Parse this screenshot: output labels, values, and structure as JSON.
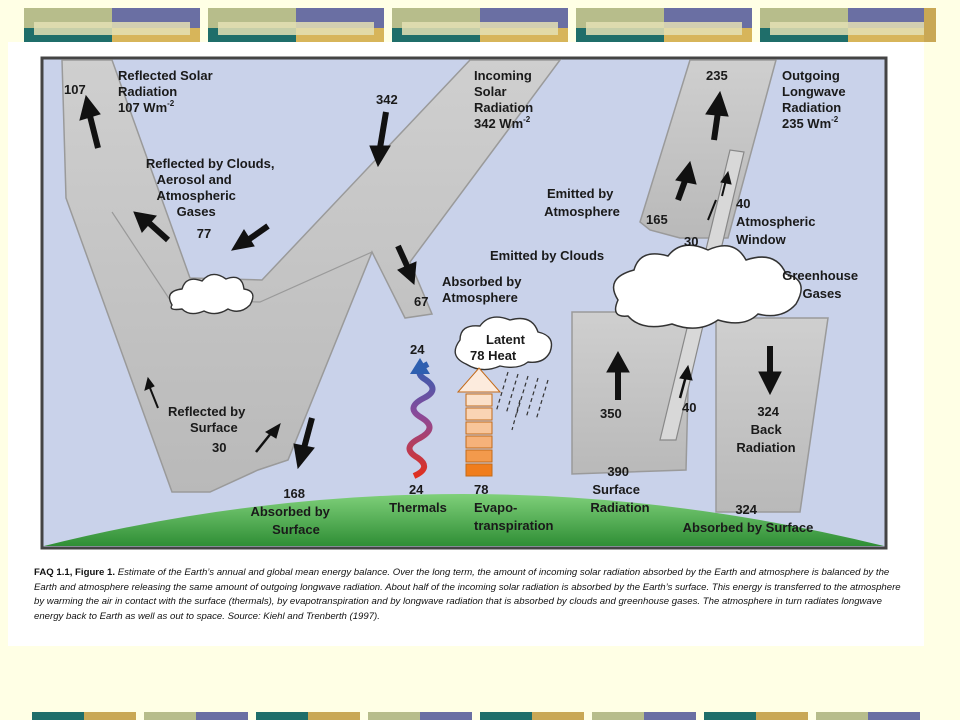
{
  "figure": {
    "incoming": {
      "value": "342",
      "title_lines": [
        "Incoming",
        "Solar",
        "Radiation",
        "342 Wm"
      ]
    },
    "reflected_solar": {
      "value": "107",
      "title_lines": [
        "Reflected Solar",
        "Radiation",
        "107 Wm"
      ]
    },
    "reflected_by_clouds": {
      "lines": [
        "Reflected by Clouds,",
        "Aerosol and",
        "Atmospheric",
        "Gases"
      ],
      "value": "77"
    },
    "absorbed_by_atmosphere": {
      "value": "67",
      "lines": [
        "Absorbed by",
        "Atmosphere"
      ]
    },
    "reflected_by_surface": {
      "lines": [
        "Reflected by",
        "Surface"
      ],
      "value": "30"
    },
    "absorbed_by_surface": {
      "value": "168",
      "lines": [
        "Absorbed by",
        "Surface"
      ]
    },
    "thermals": {
      "value_top": "24",
      "value": "24",
      "label": "Thermals"
    },
    "latent_heat": {
      "lines": [
        "Latent",
        "78 Heat"
      ]
    },
    "evapotranspiration": {
      "value": "78",
      "lines": [
        "Evapo-",
        "transpiration"
      ]
    },
    "outgoing": {
      "value": "235",
      "title_lines": [
        "Outgoing",
        "Longwave",
        "Radiation",
        "235 Wm"
      ]
    },
    "emitted_by_atmosphere": {
      "lines": [
        "Emitted by",
        "Atmosphere"
      ],
      "value": "165"
    },
    "atmospheric_window": {
      "value": "40",
      "lines": [
        "Atmospheric",
        "Window"
      ]
    },
    "emitted_by_clouds": {
      "label": "Emitted by Clouds",
      "value": "30"
    },
    "greenhouse_gases": {
      "lines": [
        "Greenhouse",
        "Gases"
      ]
    },
    "surface_up": {
      "value": "350"
    },
    "window_up": {
      "value": "40"
    },
    "back_radiation": {
      "value": "324",
      "lines": [
        "Back",
        "Radiation"
      ]
    },
    "surface_radiation": {
      "value": "390",
      "lines": [
        "Surface",
        "Radiation"
      ]
    },
    "absorbed_by_surface_lw": {
      "value": "324",
      "label": "Absorbed by Surface"
    },
    "unit_superscript": "-2"
  },
  "caption": {
    "label": "FAQ 1.1, Figure 1.",
    "text": " Estimate of the Earth’s annual and global mean energy balance. Over the long term, the amount of incoming solar radiation absorbed by the Earth and atmosphere is balanced by the Earth and atmosphere releasing the same amount of outgoing longwave radiation. About half of the incoming solar radiation is absorbed by the Earth’s surface. This energy is transferred to the atmosphere by warming the air in contact with the surface (thermals), by evapotranspiration and by longwave radiation that is absorbed by clouds and greenhouse gases. The atmosphere in turn radiates longwave energy back to Earth as well as out to space. Source: Kiehl and Trenberth (1997)."
  },
  "colors": {
    "sky": "#C9D2EA",
    "band": "#C8C8C8",
    "ground": "#4CA84A",
    "arrow": "#111111",
    "frame": "#444444"
  }
}
